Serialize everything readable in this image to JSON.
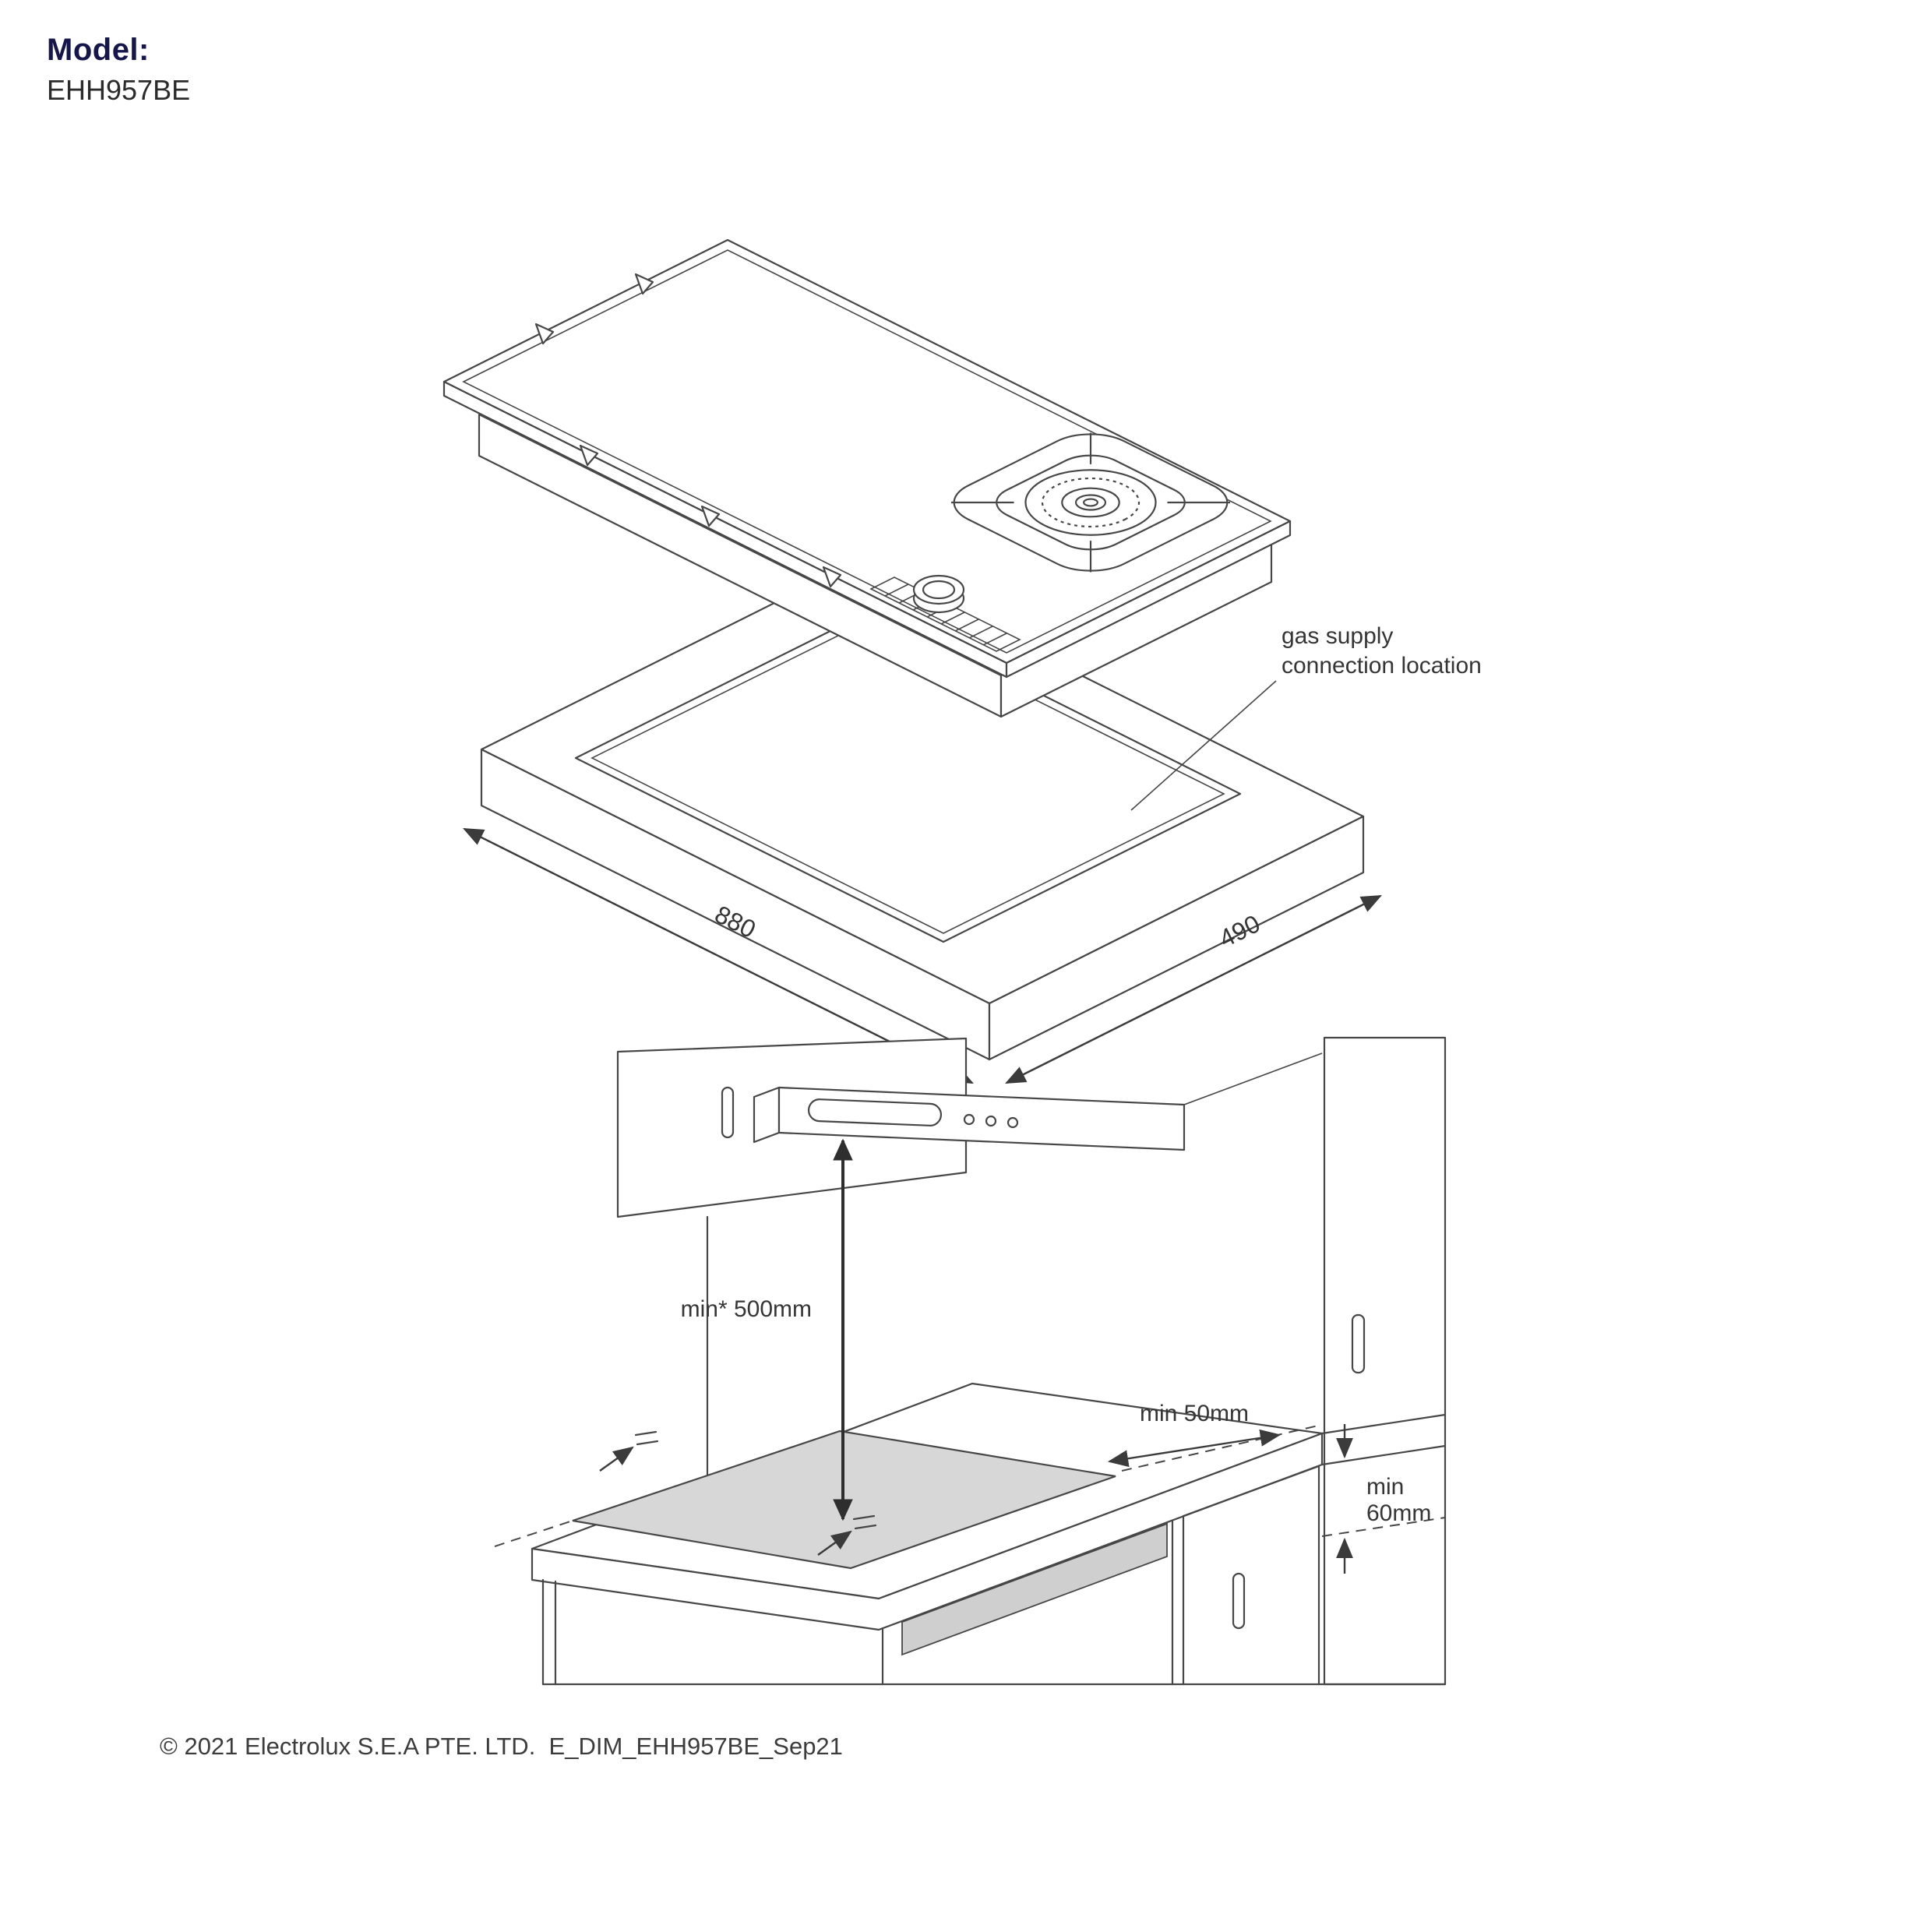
{
  "header": {
    "model_label": "Model:",
    "model_number": "EHH957BE"
  },
  "top_diagram": {
    "gas_line1": "gas supply",
    "gas_line2": "connection location",
    "dim_880": "880",
    "dim_490": "490"
  },
  "bottom_diagram": {
    "hood_clearance": "min* 500mm",
    "side_clearance": "min 50mm",
    "under_min": "min",
    "under_mm": "60mm"
  },
  "footer": {
    "copyright": "© 2021 Electrolux S.E.A PTE. LTD.  E_DIM_EHH957BE_Sep21"
  },
  "colors": {
    "navy": "#16164a",
    "text": "#353535",
    "line": "#474747",
    "panel_gray": "#d7d7d7"
  }
}
